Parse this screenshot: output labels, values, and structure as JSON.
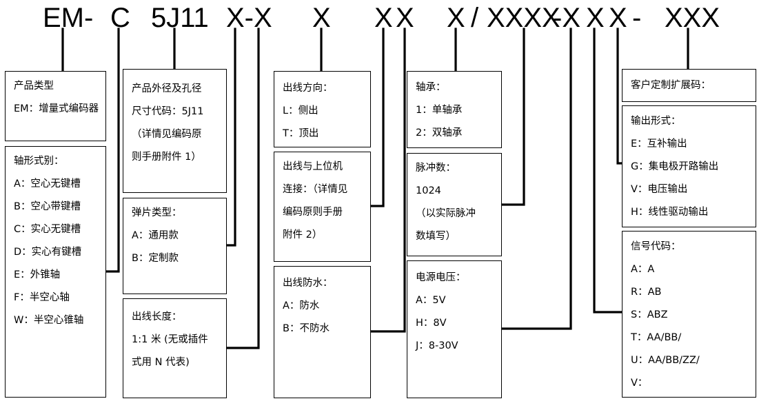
{
  "code_segments": [
    "EM-",
    "C",
    "5J11",
    "X-X",
    "X",
    "X",
    "X",
    "X",
    "/",
    "XXXX",
    "-X",
    "X",
    "X",
    "-",
    "XXX"
  ],
  "boxes": {
    "product_type": [
      "产品类型",
      "EM：增量式编码器"
    ],
    "shaft_form": [
      "轴形式别：",
      "A：空心无键槽",
      "B：空心带键槽",
      "C：实心无键槽",
      "D：实心有键槽",
      "E：外锥轴",
      "F：半空心轴",
      "W：半空心锥轴"
    ],
    "size_code": [
      "产品外径及孔径",
      "尺寸代码：5J11",
      "（详情见编码原",
      "则手册附件 1）"
    ],
    "spring_type": [
      "弹片类型：",
      "A：通用款",
      "B：定制款"
    ],
    "cable_length": [
      "出线长度：",
      "1:1 米 (无或插件",
      "式用 N 代表)"
    ],
    "outlet_direction": [
      "出线方向：",
      "L：侧出",
      "T：顶出"
    ],
    "host_connection": [
      "出线与上位机",
      "连接：（详情见",
      "编码原则手册",
      "附件 2）"
    ],
    "outlet_waterproof": [
      "出线防水：",
      "A：防水",
      "B：不防水"
    ],
    "bearing": [
      "轴承：",
      "1：单轴承",
      "2：双轴承"
    ],
    "pulse_count": [
      "脉冲数：",
      "1024",
      "（以实际脉冲",
      "数填写）"
    ],
    "supply_voltage": [
      "电源电压：",
      "A：5V",
      "H：8V",
      "J：8-30V"
    ],
    "custom_ext": [
      "客户定制扩展码："
    ],
    "output_form": [
      "输出形式：",
      "E：互补输出",
      "G：集电极开路输出",
      "V：电压输出",
      "H：线性驱动输出"
    ],
    "signal_code": [
      "信号代码：",
      "A：A",
      "R：AB",
      "S：ABZ",
      "T：AA/BB/",
      "U：AA/BB/ZZ/",
      "V："
    ]
  }
}
